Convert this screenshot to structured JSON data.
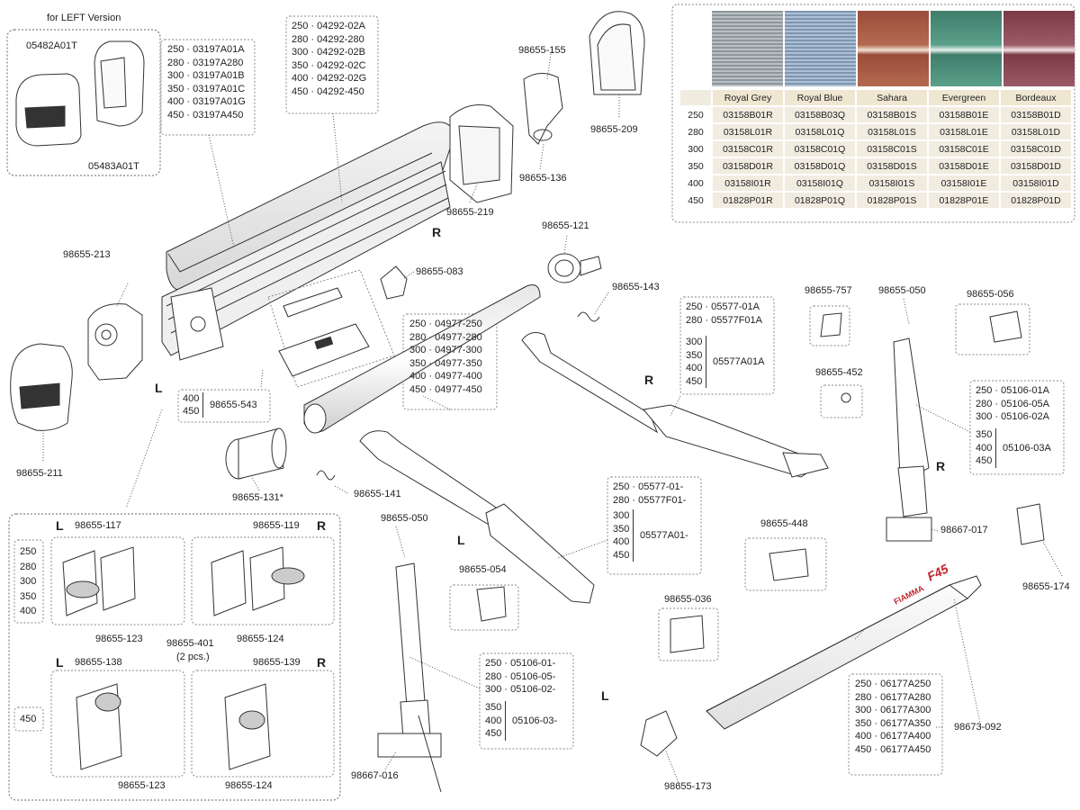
{
  "left_version": {
    "title": "for LEFT Version",
    "parts": [
      "05482A01T",
      "05483A01T"
    ]
  },
  "cover_codes": [
    "250 · 03197A01A",
    "280 · 03197A280",
    "300 · 03197A01B",
    "350 · 03197A01C",
    "400 · 03197A01G",
    "450 · 03197A450"
  ],
  "profile_codes": [
    "250 · 04292-02A",
    "280 · 04292-280",
    "300 · 04292-02B",
    "350 · 04292-02C",
    "400 · 04292-02G",
    "450 · 04292-450"
  ],
  "roller_codes": [
    "250 · 04977-250",
    "280 · 04977-280",
    "300 · 04977-300",
    "350 · 04977-350",
    "400 · 04977-400",
    "450 · 04977-450"
  ],
  "rail_codes": [
    "250 · 06177A250",
    "280 · 06177A280",
    "300 · 06177A300",
    "350 · 06177A350",
    "400 · 06177A400",
    "450 · 06177A450"
  ],
  "arm_r": {
    "lines": [
      "250 · 05577-01A",
      "280 · 05577F01A"
    ],
    "sizes": [
      "300",
      "350",
      "400",
      "450"
    ],
    "code": "05577A01A"
  },
  "arm_l": {
    "lines": [
      "250 · 05577-01-",
      "280 · 05577F01-"
    ],
    "sizes": [
      "300",
      "350",
      "400",
      "450"
    ],
    "code": "05577A01-"
  },
  "leg_r": {
    "lines": [
      "250 · 05106-01A",
      "280 · 05106-05A",
      "300 · 05106-02A"
    ],
    "sizes": [
      "350",
      "400",
      "450"
    ],
    "code": "05106-03A"
  },
  "leg_l": {
    "lines": [
      "250 · 05106-01-",
      "280 · 05106-05-",
      "300 · 05106-02-"
    ],
    "sizes": [
      "350",
      "400",
      "450"
    ],
    "code": "05106-03-"
  },
  "bracket_543": {
    "sizes": [
      "400",
      "450"
    ],
    "code": "98655-543"
  },
  "parts": {
    "p155": "98655-155",
    "p209": "98655-209",
    "p136": "98655-136",
    "p219": "98655-219",
    "p213": "98655-213",
    "p211": "98655-211",
    "p083": "98655-083",
    "p121": "98655-121",
    "p143": "98655-143",
    "p131": "98655-131*",
    "p141": "98655-141",
    "p757": "98655-757",
    "p050r": "98655-050",
    "p056": "98655-056",
    "p452": "98655-452",
    "p050l": "98655-050",
    "p054": "98655-054",
    "p448": "98655-448",
    "p036": "98655-036",
    "p017": "98667-017",
    "p174": "98655-174",
    "p016": "98667-016",
    "p092": "98673-092",
    "p173": "98655-173",
    "p117": "98655-117",
    "p119": "98655-119",
    "p123a": "98655-123",
    "p124a": "98655-124",
    "p401": "98655-401",
    "p401note": "(2 pcs.)",
    "p138": "98655-138",
    "p139": "98655-139",
    "p123b": "98655-123",
    "p124b": "98655-124"
  },
  "hinge_sizes_top": [
    "250",
    "280",
    "300",
    "350",
    "400"
  ],
  "hinge_size_bottom": "450",
  "side_letters": {
    "R1": "R",
    "L1": "L",
    "R2": "R",
    "R3": "R",
    "L2": "L",
    "L3": "L",
    "Lh1": "L",
    "Rh1": "R",
    "Lh2": "L",
    "Rh2": "R"
  },
  "fabric_table": {
    "colors": [
      {
        "name": "Royal Grey",
        "hex": "#9aa3a8"
      },
      {
        "name": "Royal Blue",
        "hex": "#8ea6c0"
      },
      {
        "name": "Sahara",
        "hex": "#a0553f"
      },
      {
        "name": "Evergreen",
        "hex": "#4f8e7a"
      },
      {
        "name": "Bordeaux",
        "hex": "#8a4a56"
      }
    ],
    "rows": [
      {
        "size": "250",
        "codes": [
          "03158B01R",
          "03158B03Q",
          "03158B01S",
          "03158B01E",
          "03158B01D"
        ]
      },
      {
        "size": "280",
        "codes": [
          "03158L01R",
          "03158L01Q",
          "03158L01S",
          "03158L01E",
          "03158L01D"
        ]
      },
      {
        "size": "300",
        "codes": [
          "03158C01R",
          "03158C01Q",
          "03158C01S",
          "03158C01E",
          "03158C01D"
        ]
      },
      {
        "size": "350",
        "codes": [
          "03158D01R",
          "03158D01Q",
          "03158D01S",
          "03158D01E",
          "03158D01D"
        ]
      },
      {
        "size": "400",
        "codes": [
          "03158I01R",
          "03158I01Q",
          "03158I01S",
          "03158I01E",
          "03158I01D"
        ]
      },
      {
        "size": "450",
        "codes": [
          "01828P01R",
          "01828P01Q",
          "01828P01S",
          "01828P01E",
          "01828P01D"
        ]
      }
    ]
  },
  "brand_text": "FIAMMA",
  "model_text": "F45"
}
